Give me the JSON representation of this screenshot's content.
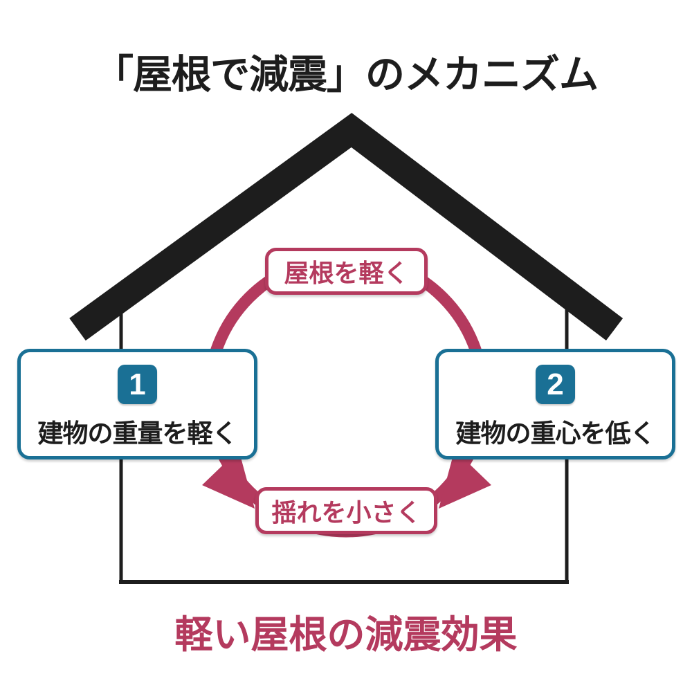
{
  "title": "「屋根で減震」のメカニズム",
  "caption": "軽い屋根の減震効果",
  "cycle": {
    "top": "屋根を軽く",
    "bottom": "揺れを小さく",
    "left": {
      "number": "1",
      "label": "建物の重量を軽く"
    },
    "right": {
      "number": "2",
      "label": "建物の重心を低く"
    }
  },
  "colors": {
    "crimson": "#b43a5e",
    "teal": "#1a7095",
    "ink": "#1d1d1d",
    "bg": "#ffffff"
  }
}
